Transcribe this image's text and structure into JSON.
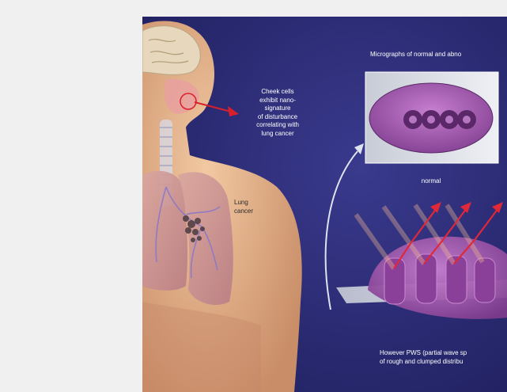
{
  "figure": {
    "micrographs_title": "Micrographs of normal and abno",
    "cheek_caption": "Cheek cells\nexhibit nano-\nsignature\nof disturbance\ncorrelating with\nlung cancer",
    "lung_label": "Lung\ncancer",
    "normal_label": "normal",
    "bottom_caption": "However PWS (partial wave sp\nof rough and clumped distribu"
  },
  "colors": {
    "background": "#2a2a72",
    "skin": "#e8b48c",
    "cell_purple": "#a05aa8",
    "arrow_red": "#d8202c"
  }
}
